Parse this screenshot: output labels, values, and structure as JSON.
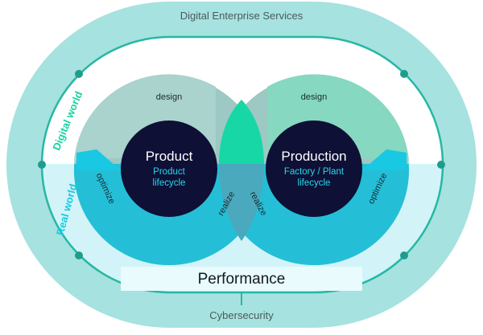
{
  "outer_label": "Digital Enterprise Services",
  "bottom_label": "Cybersecurity",
  "world_labels": {
    "digital": "Digital world",
    "real": "Real world"
  },
  "performance_label": "Performance",
  "left_loop": {
    "title": "Product",
    "subtitle_line1": "Product",
    "subtitle_line2": "lifecycle",
    "design": "design",
    "optimize": "optimize",
    "realize": "realize"
  },
  "right_loop": {
    "title": "Production",
    "subtitle_line1": "Factory / Plant",
    "subtitle_line2": "lifecycle",
    "design": "design",
    "optimize": "optimize",
    "realize": "realize"
  },
  "colors": {
    "outer_ring": "#a6e2df",
    "band": "#d2f4f8",
    "core": "#0e1035",
    "accent_green": "#17d3a0",
    "accent_cyan": "#17cbe0",
    "track_line": "#26b7a5"
  }
}
